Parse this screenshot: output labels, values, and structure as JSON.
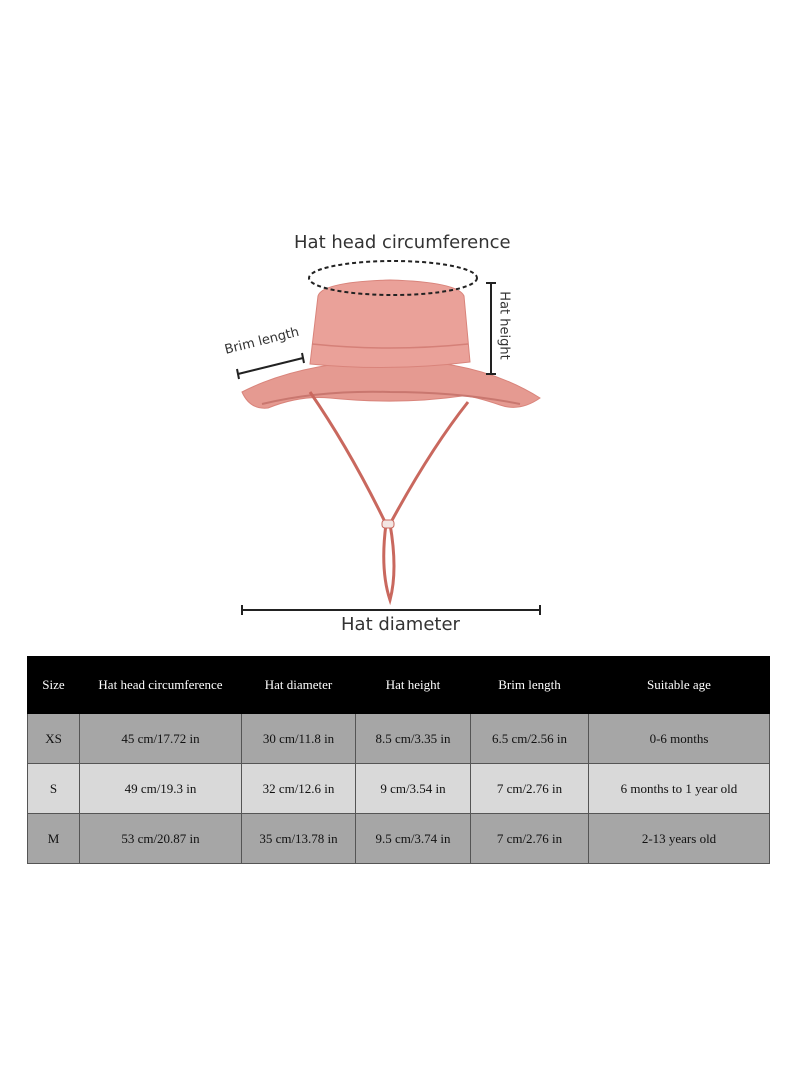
{
  "diagram": {
    "labels": {
      "circumference": "Hat head circumference",
      "height": "Hat height",
      "brim": "Brim length",
      "diameter": "Hat diameter"
    },
    "hat_color": "#e8968d",
    "strap_color": "#c9685e"
  },
  "table": {
    "headers": [
      "Size",
      "Hat head circumference",
      "Hat diameter",
      "Hat height",
      "Brim length",
      "Suitable age"
    ],
    "rows": [
      [
        "XS",
        "45 cm/17.72 in",
        "30 cm/11.8 in",
        "8.5 cm/3.35 in",
        "6.5 cm/2.56 in",
        "0-6 months"
      ],
      [
        "S",
        "49 cm/19.3 in",
        "32 cm/12.6 in",
        "9 cm/3.54 in",
        "7 cm/2.76 in",
        "6 months to 1 year old"
      ],
      [
        "M",
        "53 cm/20.87 in",
        "35 cm/13.78 in",
        "9.5 cm/3.74 in",
        "7 cm/2.76 in",
        "2-13 years old"
      ]
    ]
  }
}
